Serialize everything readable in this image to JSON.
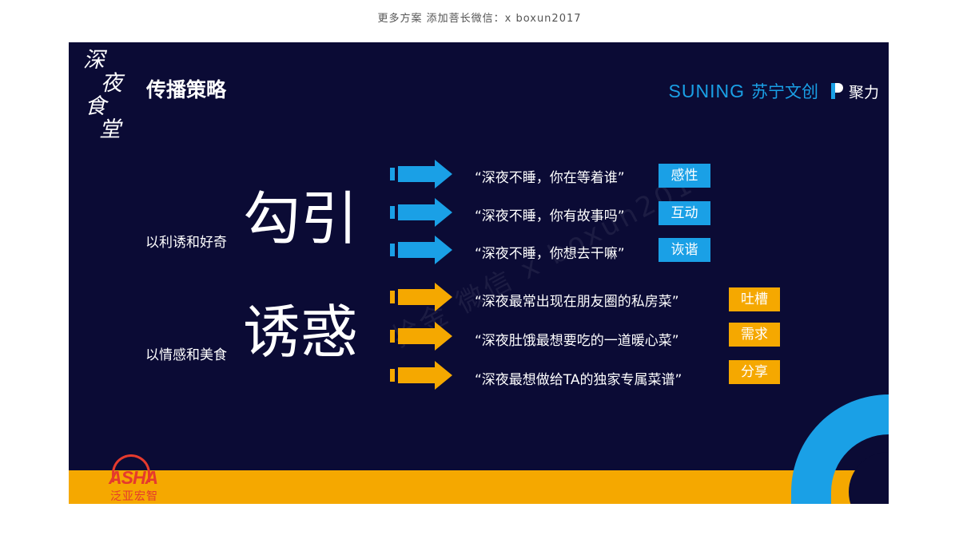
{
  "top_caption": "更多方案 添加菩长微信：x boxun2017",
  "slide": {
    "logo_chars": [
      "深",
      "夜",
      "食",
      "堂"
    ],
    "title": "传播策略",
    "brand": {
      "suning_en": "SUNING",
      "suning_cn": "苏宁文创",
      "juli": "聚力"
    },
    "watermark": "拾金   微信 x boxun2017",
    "groups": [
      {
        "label": "以利诱和好奇",
        "word": "勾引",
        "arrow_color": "#1aa0e6",
        "items": [
          {
            "quote": "“深夜不睡，你在等着谁”",
            "tag": "感性"
          },
          {
            "quote": "“深夜不睡，你有故事吗”",
            "tag": "互动"
          },
          {
            "quote": "“深夜不睡，你想去干嘛”",
            "tag": "诙谐"
          }
        ]
      },
      {
        "label": "以情感和美食",
        "word": "诱惑",
        "arrow_color": "#f5a800",
        "items": [
          {
            "quote": "“深夜最常出现在朋友圈的私房菜”",
            "tag": "吐槽"
          },
          {
            "quote": "“深夜肚饿最想要吃的一道暖心菜”",
            "tag": "需求"
          },
          {
            "quote": "“深夜最想做给TA的独家专属菜谱”",
            "tag": "分享"
          }
        ]
      }
    ],
    "footer_logo": {
      "text": "ASHA",
      "sub": "泛亚宏智"
    },
    "colors": {
      "background": "#0b0b35",
      "accent_blue": "#1aa0e6",
      "accent_orange": "#f5a800",
      "text": "#ffffff"
    }
  }
}
